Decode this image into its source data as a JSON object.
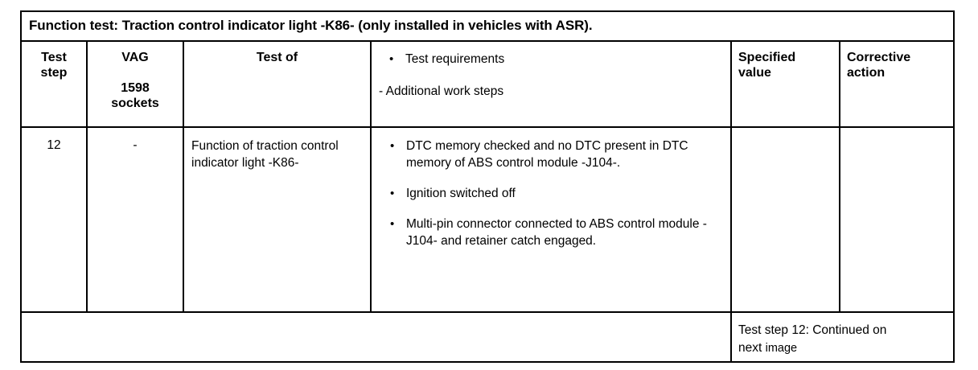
{
  "table": {
    "title": "Function test: Traction control indicator light -K86- (only installed in vehicles with ASR).",
    "headers": {
      "test_step_line1": "Test",
      "test_step_line2": "step",
      "vag_line1": "VAG",
      "vag_line2": "1598",
      "vag_line3": "sockets",
      "test_of": "Test of",
      "requirements_bullet": "Test requirements",
      "requirements_dash": "- Additional work steps",
      "specified_value_line1": "Specified",
      "specified_value_line2": "value",
      "corrective_action_line1": "Corrective",
      "corrective_action_line2": "action"
    },
    "rows": [
      {
        "test_step": "12",
        "vag_socket": "-",
        "test_of": "Function of traction control indicator light -K86-",
        "requirements": [
          "DTC memory checked and no DTC present in DTC memory of ABS control module -J104-.",
          "Ignition switched off",
          "Multi-pin connector connected to ABS control module -J104- and retainer catch engaged."
        ],
        "specified_value": "",
        "corrective_action": ""
      }
    ],
    "footer": {
      "text_main": "Test step 12: Continued on",
      "text_next": "next",
      "text_soft": "image"
    },
    "bullet_glyph": "•"
  },
  "colors": {
    "border": "#000000",
    "text": "#000000",
    "background": "#ffffff"
  }
}
